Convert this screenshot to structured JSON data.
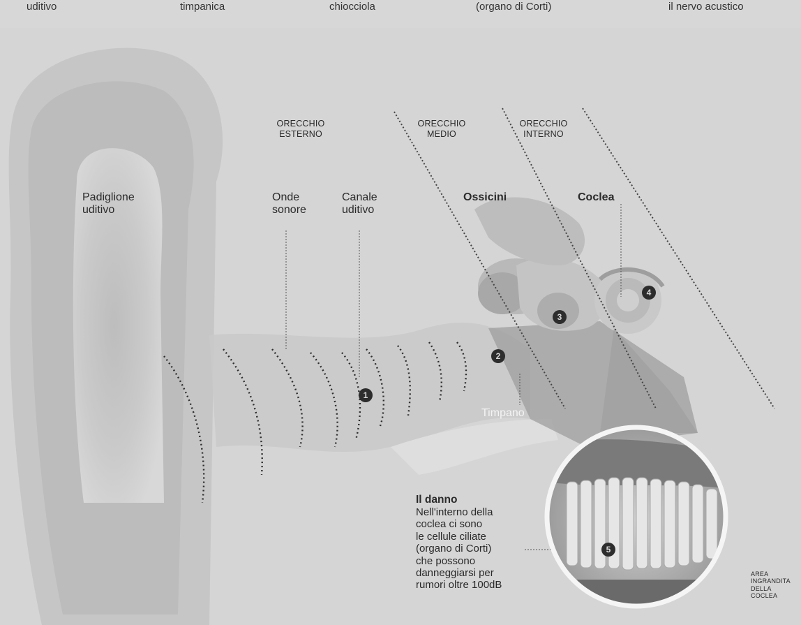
{
  "top_labels": [
    "uditivo",
    "timpanica",
    "chiocciola",
    "(organo di Corti)",
    "il nervo acustico"
  ],
  "sections": {
    "outer": [
      "ORECCHIO",
      "ESTERNO"
    ],
    "middle": [
      "ORECCHIO",
      "MEDIO"
    ],
    "inner": [
      "ORECCHIO",
      "INTERNO"
    ]
  },
  "labels": {
    "padiglione": [
      "Padiglione",
      "uditivo"
    ],
    "onde": [
      "Onde",
      "sonore"
    ],
    "canale": [
      "Canale",
      "uditivo"
    ],
    "ossicini": "Ossicini",
    "coclea": "Coclea",
    "timpano": "Timpano"
  },
  "markers": [
    "1",
    "2",
    "3",
    "4",
    "5"
  ],
  "danno": {
    "title": "Il danno",
    "lines": [
      "Nell'interno della",
      "coclea ci sono",
      "le cellule ciliate",
      "(organo di Corti)",
      "che possono",
      "danneggiarsi per",
      "rumori oltre 100dB"
    ]
  },
  "zoom_caption": [
    "AREA",
    "INGRANDITA",
    "DELLA",
    "COCLEA"
  ],
  "colors": {
    "background": "#d6d6d6",
    "marker": "#2d2d2d",
    "text": "#2b2b2b"
  }
}
